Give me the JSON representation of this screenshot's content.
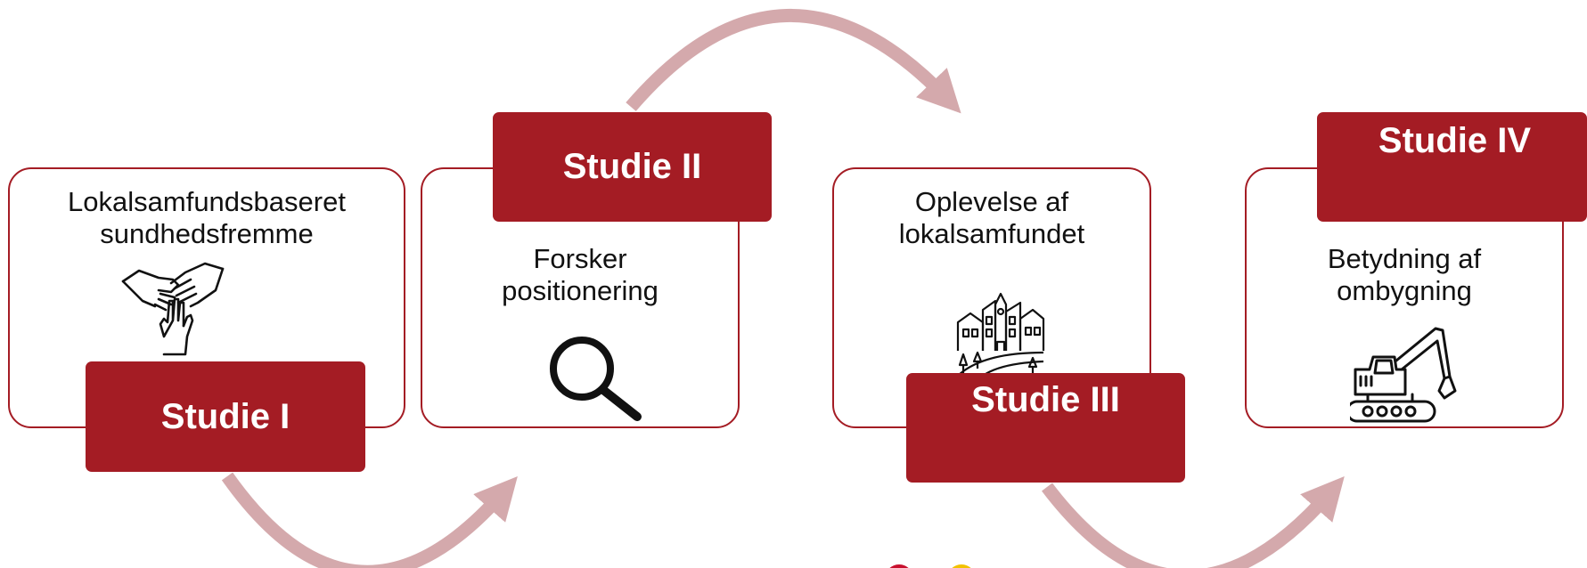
{
  "colors": {
    "accent": "#a41c24",
    "arrow": "#d4a9ac",
    "stroke": "#111111"
  },
  "cards": [
    {
      "text": "Lokalsamfundsbaseret\nsundhedsfremme",
      "label": "Studie I",
      "icon": "hands-together-icon"
    },
    {
      "text": "Forsker\npositionering",
      "label": "Studie II",
      "icon": "magnifier-icon"
    },
    {
      "text": "Oplevelse af\nlokalsamfundet",
      "label": "Studie III",
      "icon": "town-icon"
    },
    {
      "text": "Betydning af\nombygning",
      "label": "Studie IV",
      "icon": "excavator-icon"
    }
  ]
}
